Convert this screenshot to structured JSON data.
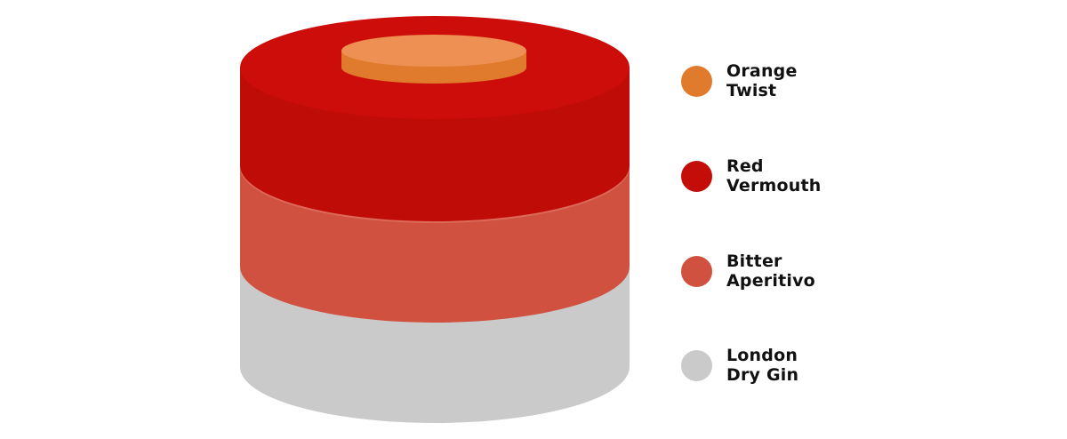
{
  "diagram": {
    "layers": [
      {
        "id": "london-dry-gin",
        "colors": {
          "side": "#cacaca",
          "top": "#d6d6d6"
        }
      },
      {
        "id": "bitter-aperitivo",
        "colors": {
          "side": "#d05140",
          "top": "#dc6a58"
        }
      },
      {
        "id": "red-vermouth",
        "colors": {
          "side": "#c00c07",
          "top": "#cc0d09"
        }
      },
      {
        "id": "orange-twist",
        "colors": {
          "side": "#e07b2e",
          "top": "#ee8f53"
        }
      }
    ]
  },
  "legend": [
    {
      "line1": "Orange",
      "line2": "Twist",
      "color": "#e07b2e"
    },
    {
      "line1": "Red",
      "line2": "Vermouth",
      "color": "#c40c08"
    },
    {
      "line1": "Bitter",
      "line2": "Aperitivo",
      "color": "#d05140"
    },
    {
      "line1": "London",
      "line2": "Dry Gin",
      "color": "#cacaca"
    }
  ]
}
